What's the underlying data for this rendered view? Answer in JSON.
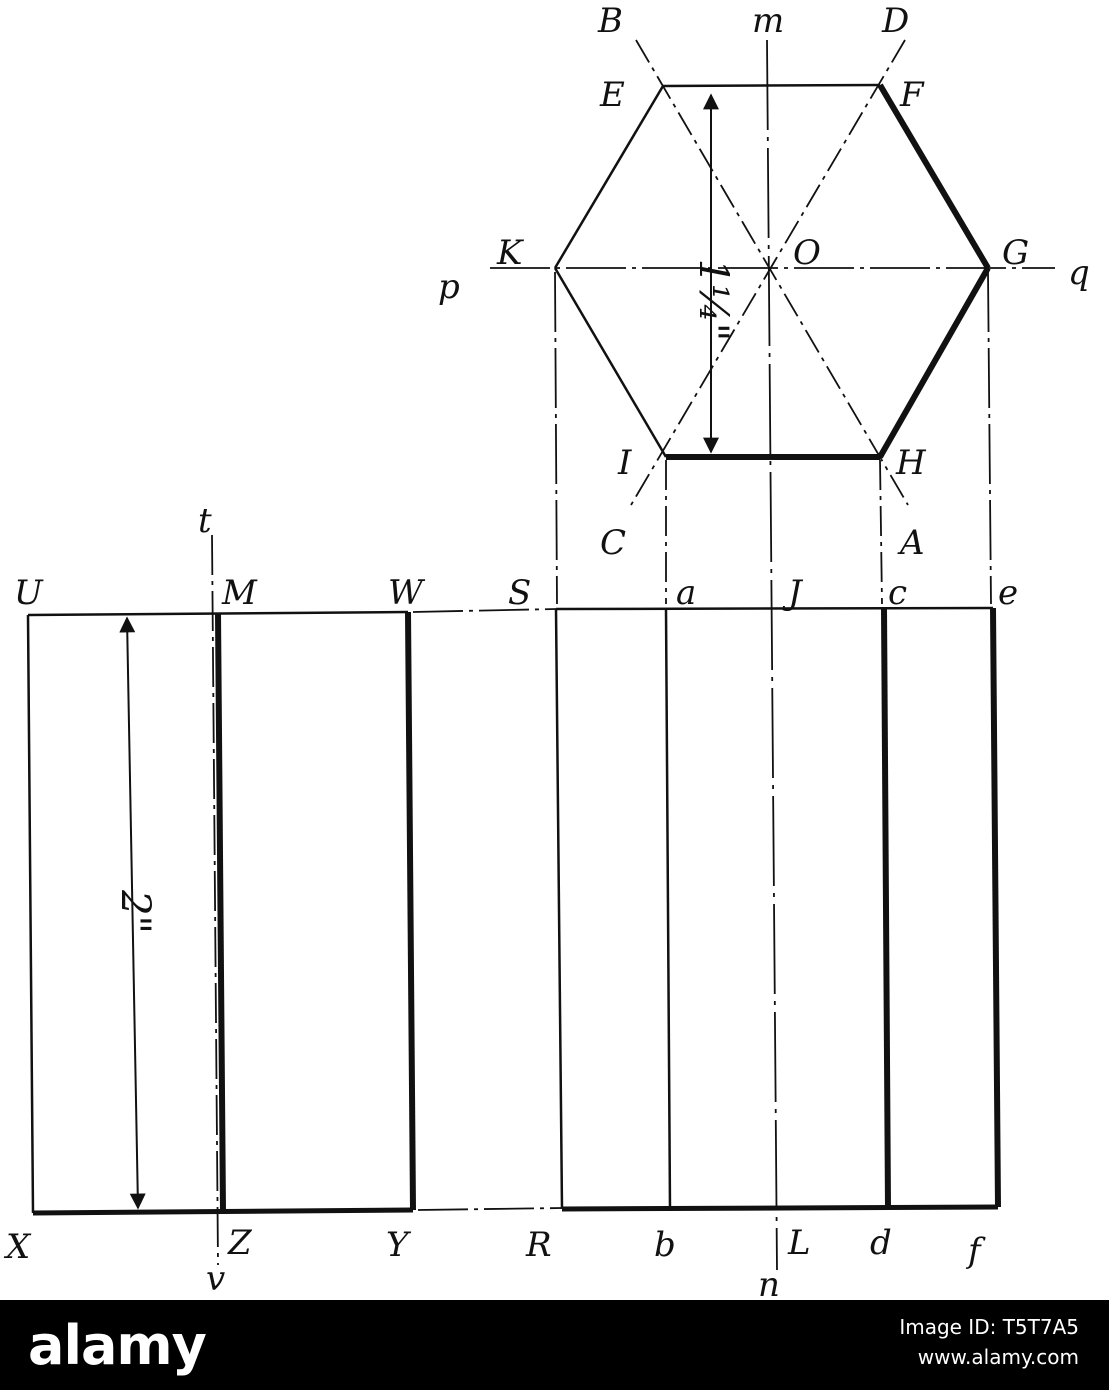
{
  "figure": {
    "labels": {
      "B": "B",
      "m": "m",
      "D": "D",
      "E": "E",
      "F": "F",
      "K": "K",
      "O": "O",
      "G": "G",
      "p": "p",
      "q": "q",
      "I": "I",
      "H": "H",
      "C": "C",
      "A": "A",
      "t": "t",
      "U": "U",
      "M": "M",
      "W": "W",
      "S": "S",
      "a": "a",
      "J": "J",
      "c": "c",
      "e": "e",
      "X": "X",
      "Z": "Z",
      "Y": "Y",
      "R": "R",
      "b": "b",
      "L": "L",
      "d": "d",
      "f": "f",
      "v": "v",
      "n": "n"
    },
    "dimension_width": "1¼\"",
    "dimension_height": "2\""
  },
  "footer": {
    "watermark": "alamy",
    "image_id": "Image ID: T5T7A5",
    "url": "www.alamy.com"
  },
  "colors": {
    "ink": "#111111",
    "paper": "#ffffff",
    "footer_bg": "#000000",
    "footer_text": "#ffffff"
  }
}
